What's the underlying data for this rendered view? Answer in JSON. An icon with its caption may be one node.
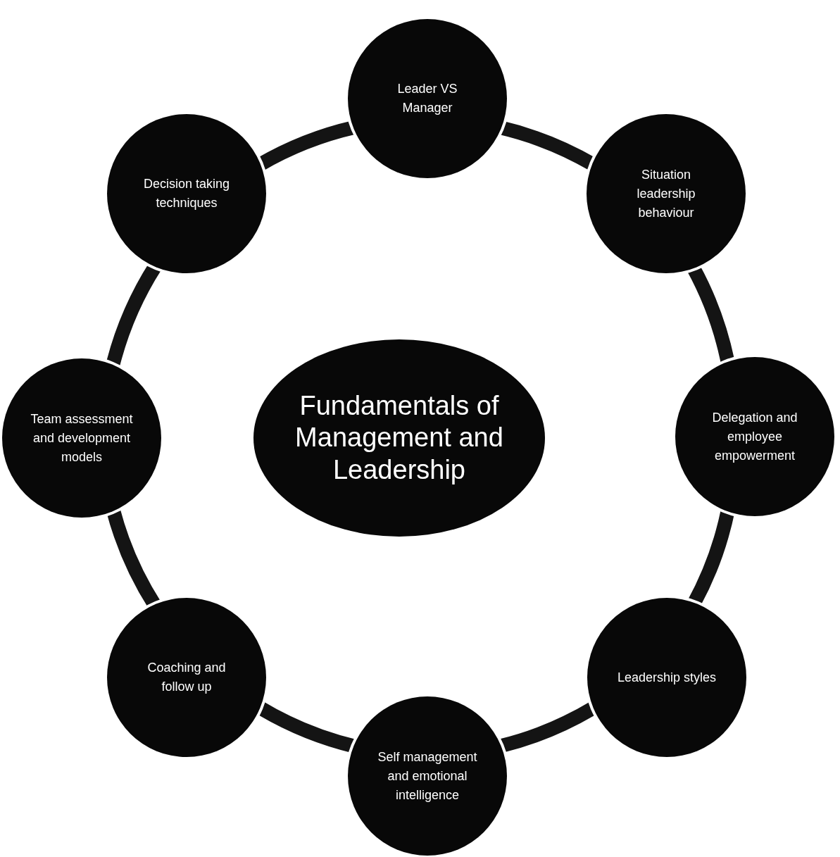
{
  "diagram": {
    "nodes": [
      {
        "text": [
          "Leader VS Manager"
        ]
      },
      {
        "text": [
          "Situation leadership behaviour"
        ]
      },
      {
        "text": [
          "Delegation and employee empowerment"
        ]
      },
      {
        "text": [
          "Leadership styles"
        ]
      },
      {
        "text": [
          "Self management and emotional intelligence"
        ]
      },
      {
        "text": [
          "Coaching and follow up"
        ]
      },
      {
        "text": [
          "Team assessment and development models"
        ]
      },
      {
        "text": [
          "Decision taking techniques"
        ]
      },
      {
        "text": [
          "Fundamentals of Management and Leadership"
        ]
      }
    ],
    "edges": [
      {
        "from": 0,
        "to": 1,
        "arrow": "none"
      },
      {
        "from": 1,
        "to": 2,
        "arrow": "none"
      },
      {
        "from": 2,
        "to": 3,
        "arrow": "none"
      },
      {
        "from": 3,
        "to": 4,
        "arrow": "none"
      },
      {
        "from": 4,
        "to": 5,
        "arrow": "none"
      },
      {
        "from": 5,
        "to": 6,
        "arrow": "none"
      },
      {
        "from": 6,
        "to": 7,
        "arrow": "none"
      },
      {
        "from": 7,
        "to": 0,
        "arrow": "none"
      }
    ]
  }
}
